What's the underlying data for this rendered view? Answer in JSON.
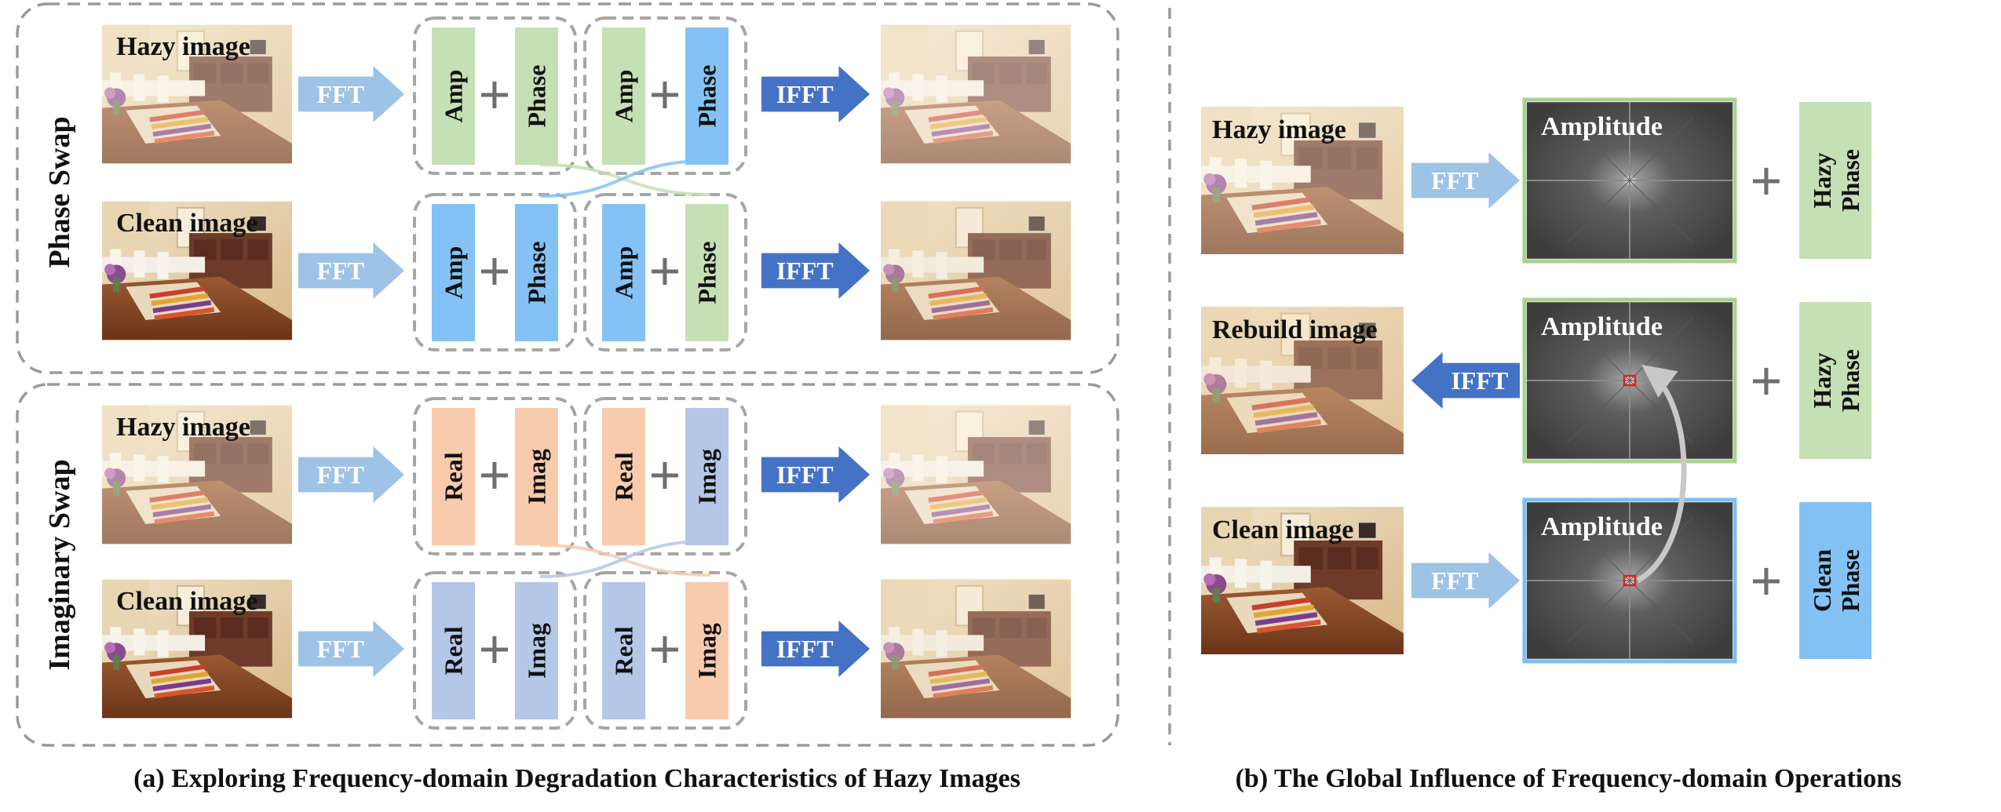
{
  "colors": {
    "green": "#c5e0b4",
    "blue_light": "#84c2f5",
    "blue_pale": "#9dc3e6",
    "salmon": "#f8cbad",
    "lavender": "#b4c7e7",
    "blue_dark": "#4472c4",
    "dash": "#9a9a9a",
    "amp_green_border": "#a9d18e",
    "amp_blue_border": "#7cbff2"
  },
  "panel_a": {
    "phase_swap": {
      "section_label": "Phase Swap",
      "rows": [
        {
          "image_label": "Hazy image",
          "op": "FFT",
          "out_op": "IFFT",
          "original": [
            {
              "text": "Amp",
              "color": "green"
            },
            {
              "text": "Phase",
              "color": "green"
            }
          ],
          "swapped": [
            {
              "text": "Amp",
              "color": "green"
            },
            {
              "text": "Phase",
              "color": "blue_light"
            }
          ]
        },
        {
          "image_label": "Clean image",
          "op": "FFT",
          "out_op": "IFFT",
          "original": [
            {
              "text": "Amp",
              "color": "blue_light"
            },
            {
              "text": "Phase",
              "color": "blue_light"
            }
          ],
          "swapped": [
            {
              "text": "Amp",
              "color": "blue_light"
            },
            {
              "text": "Phase",
              "color": "green"
            }
          ]
        }
      ]
    },
    "imaginary_swap": {
      "section_label": "Imaginary Swap",
      "rows": [
        {
          "image_label": "Hazy image",
          "op": "FFT",
          "out_op": "IFFT",
          "original": [
            {
              "text": "Real",
              "color": "salmon"
            },
            {
              "text": "Imag",
              "color": "salmon"
            }
          ],
          "swapped": [
            {
              "text": "Real",
              "color": "salmon"
            },
            {
              "text": "Imag",
              "color": "lavender"
            }
          ]
        },
        {
          "image_label": "Clean image",
          "op": "FFT",
          "out_op": "IFFT",
          "original": [
            {
              "text": "Real",
              "color": "lavender"
            },
            {
              "text": "Imag",
              "color": "lavender"
            }
          ],
          "swapped": [
            {
              "text": "Real",
              "color": "lavender"
            },
            {
              "text": "Imag",
              "color": "salmon"
            }
          ]
        }
      ]
    },
    "plus_symbol": "+",
    "caption": "(a) Exploring Frequency-domain Degradation Characteristics of Hazy Images"
  },
  "panel_b": {
    "rows": [
      {
        "image_label": "Hazy image",
        "op": "FFT",
        "op_direction": "right",
        "amp_label": "Amplitude",
        "amp_border": "amp_green_border",
        "phase_text": [
          "Hazy",
          "Phase"
        ],
        "phase_color": "green",
        "marker": false
      },
      {
        "image_label": "Rebuild image",
        "op": "IFFT",
        "op_direction": "left",
        "amp_label": "Amplitude",
        "amp_border": "amp_green_border",
        "phase_text": [
          "Hazy",
          "Phase"
        ],
        "phase_color": "green",
        "marker": true
      },
      {
        "image_label": "Clean image",
        "op": "FFT",
        "op_direction": "right",
        "amp_label": "Amplitude",
        "amp_border": "amp_blue_border",
        "phase_text": [
          "Clean",
          "Phase"
        ],
        "phase_color": "blue_light",
        "marker": true
      }
    ],
    "plus_symbol": "+",
    "caption": "(b) The Global Influence of Frequency-domain Operations"
  }
}
